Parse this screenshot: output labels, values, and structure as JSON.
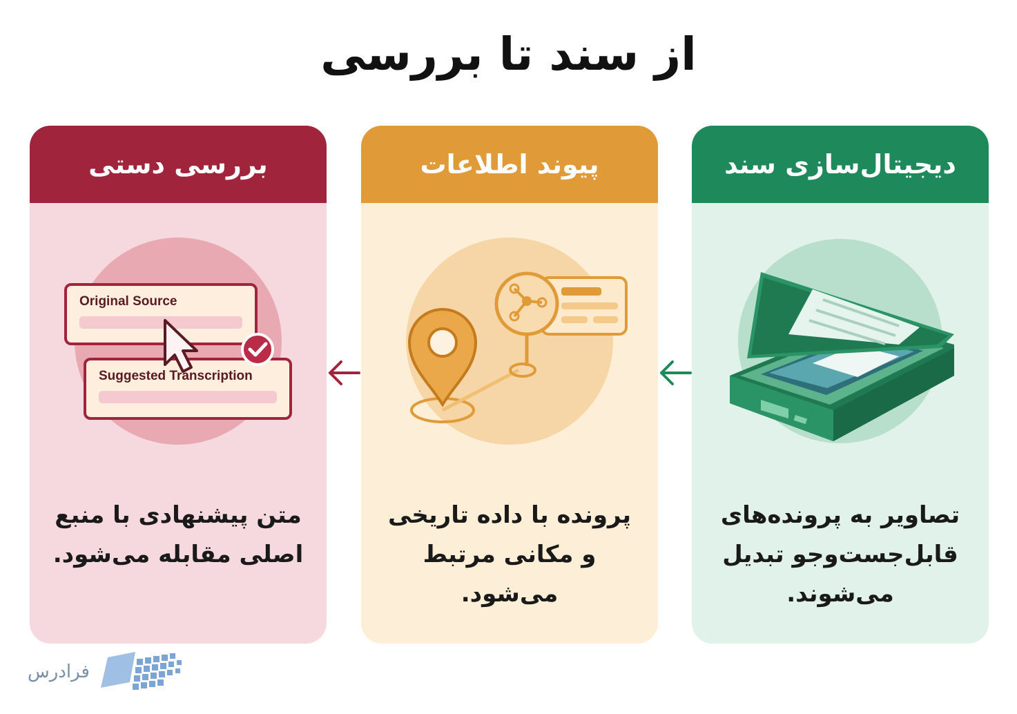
{
  "title": "از سند تا بررسی",
  "cards": [
    {
      "header": "دیجیتال‌سازی سند",
      "text": "تصاویر به پرونده‌های قابل‌جست‌وجو تبدیل می‌شوند.",
      "header_color": "#1e8a5c",
      "body_color": "#e1f2ea",
      "icon": "scanner-icon"
    },
    {
      "header": "پیوند اطلاعات",
      "text": "پرونده با داده تاریخی و مکانی مرتبط می‌شود.",
      "header_color": "#e19a38",
      "body_color": "#fdefd7",
      "icon": "map-link-icon"
    },
    {
      "header": "بررسی دستی",
      "text": "متن پیشنهادی با منبع اصلی مقابله می‌شود.",
      "header_color": "#a0243c",
      "body_color": "#f6d9de",
      "icon": "compare-review-icon",
      "illustration": {
        "box1_label": "Original Source",
        "box2_label": "Suggested Transcription"
      }
    }
  ],
  "logo": {
    "text": "فرادرس",
    "icon": "book-grid-logo"
  }
}
